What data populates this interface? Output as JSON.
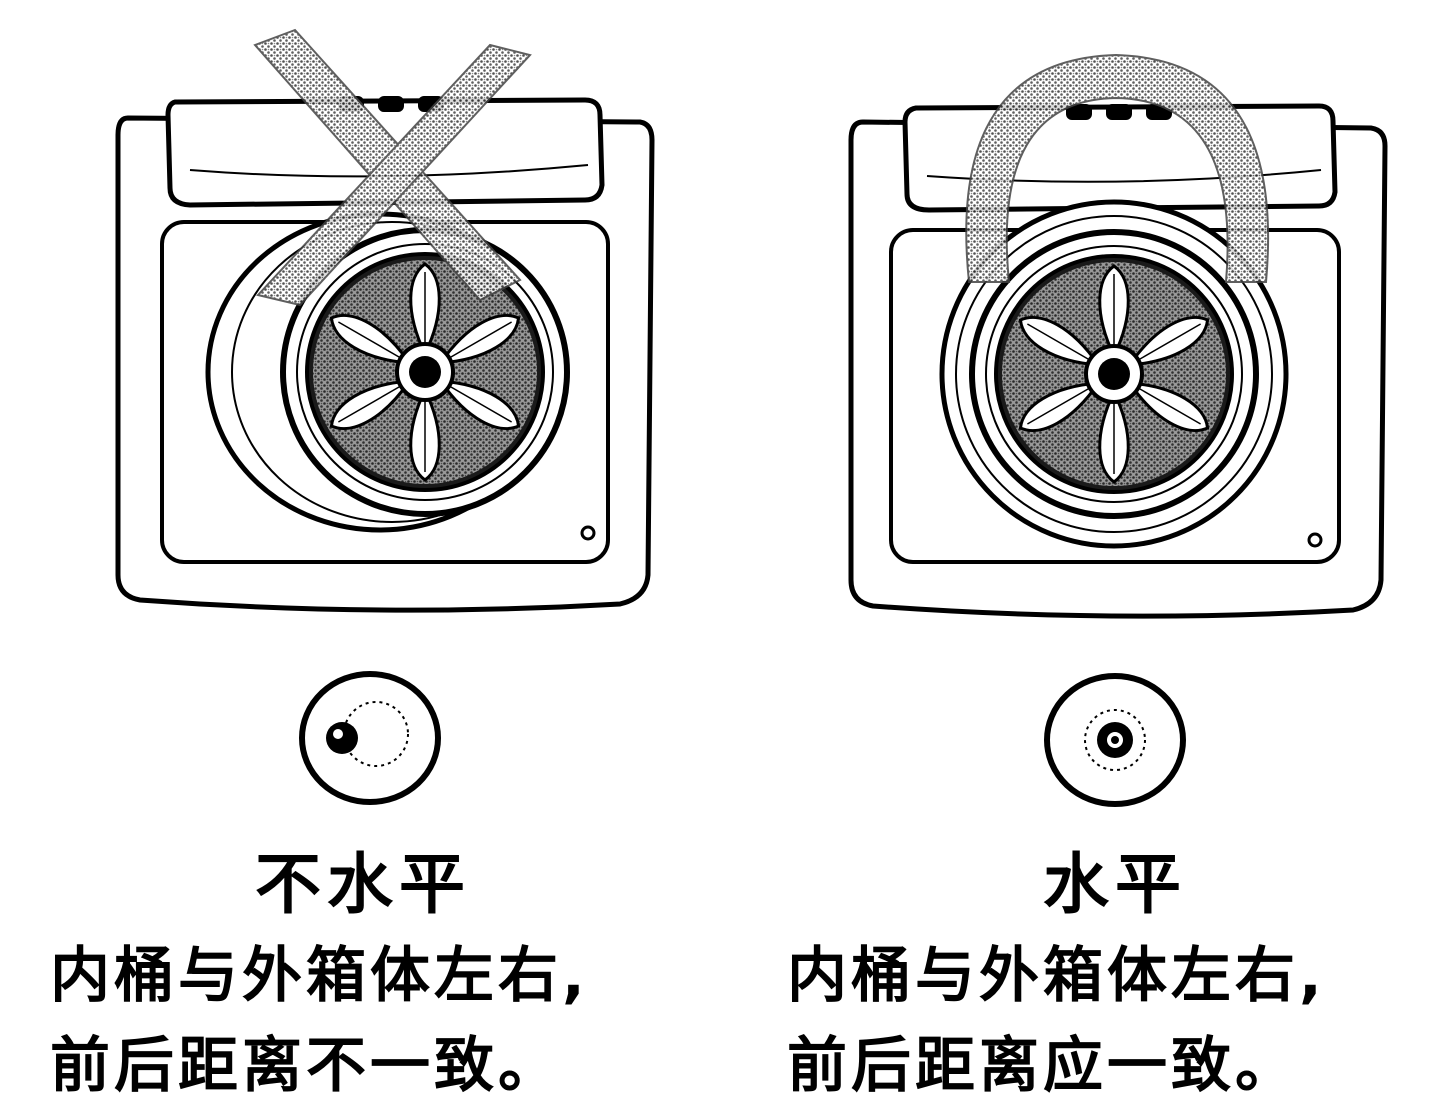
{
  "left": {
    "title": "不水平",
    "line1": "内桶与外箱体左右,",
    "line2": "前后距离不一致。"
  },
  "right": {
    "title": "水平",
    "line1": "内桶与外箱体左右,",
    "line2": "前后距离应一致。"
  },
  "colors": {
    "ink": "#000000",
    "hatch": "#555555",
    "background": "#ffffff"
  }
}
